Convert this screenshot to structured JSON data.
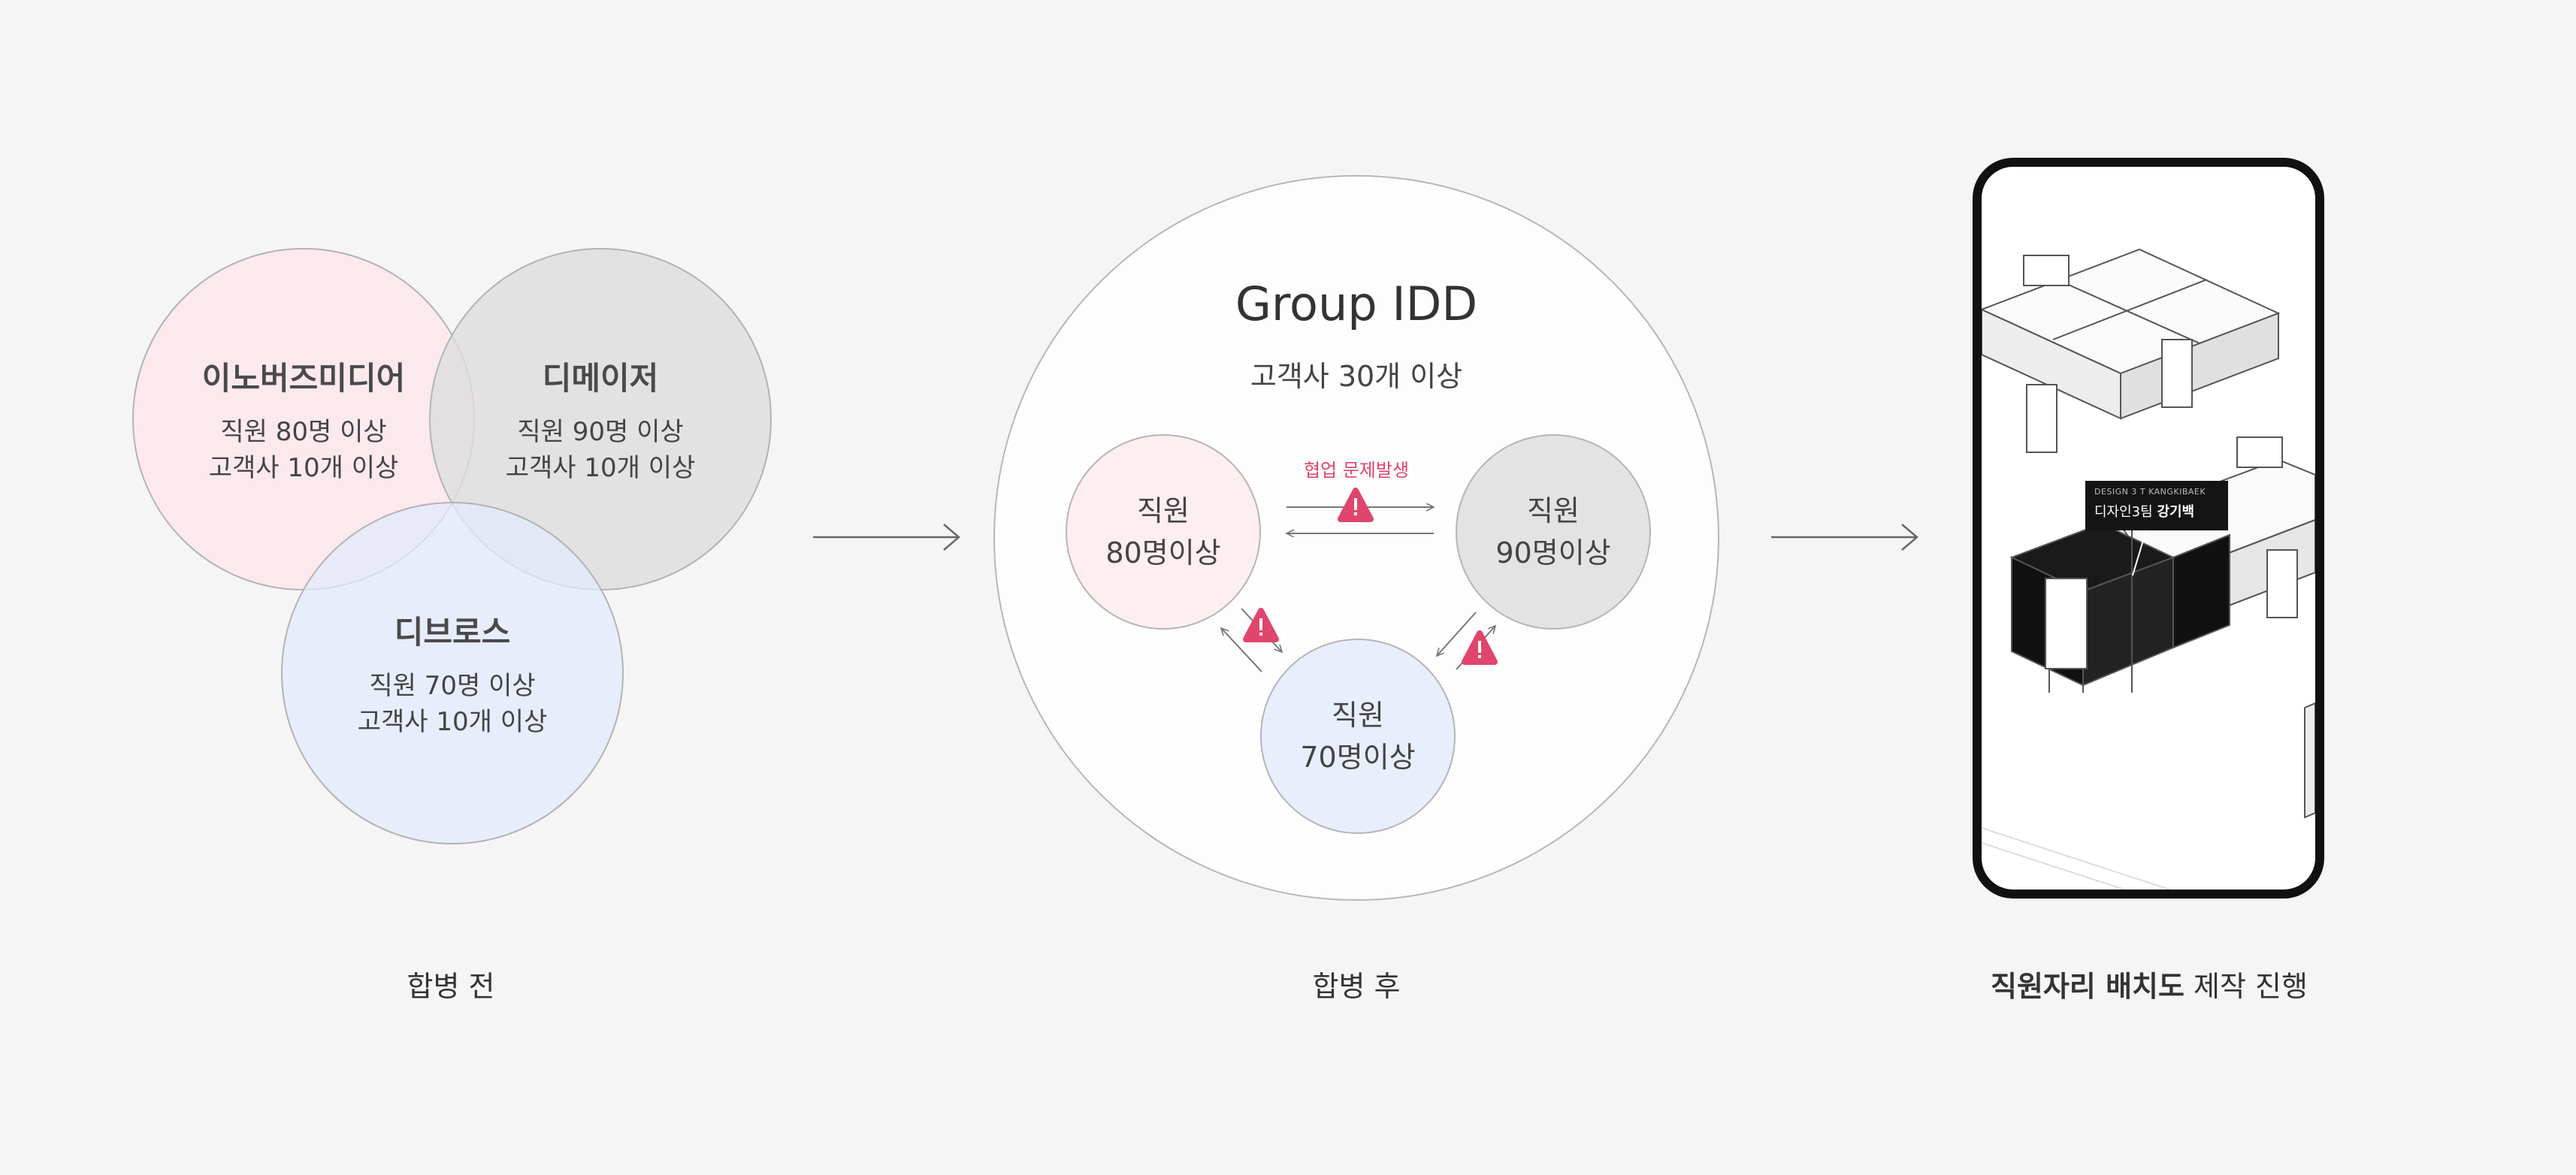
{
  "before": {
    "circles": [
      {
        "title": "이노버즈미디어",
        "line1": "직원 80명 이상",
        "line2": "고객사 10개 이상",
        "color": "#fdeef0"
      },
      {
        "title": "디메이저",
        "line1": "직원 90명 이상",
        "line2": "고객사 10개 이상",
        "color": "#e3e3e3"
      },
      {
        "title": "디브로스",
        "line1": "직원 70명 이상",
        "line2": "고객사 10개 이상",
        "color": "#e6ecfb"
      }
    ],
    "caption": "합병 전"
  },
  "after": {
    "title": "Group IDD",
    "subtitle": "고객사 30개 이상",
    "warning_label": "협업 문제발생",
    "nodes": [
      {
        "line1": "직원",
        "line2": "80명이상",
        "color": "#fdeef0"
      },
      {
        "line1": "직원",
        "line2": "90명이상",
        "color": "#e3e3e3"
      },
      {
        "line1": "직원",
        "line2": "70명이상",
        "color": "#e8eefc"
      }
    ],
    "caption": "합병 후",
    "warn_color": "#e0456d"
  },
  "phone": {
    "tooltip_en": "DESIGN 3 T KANGKIBAEK",
    "tooltip_team": "디자인3팀",
    "tooltip_name": "강기백",
    "caption_bold": "직원자리 배치도",
    "caption_rest": " 제작 진행"
  }
}
